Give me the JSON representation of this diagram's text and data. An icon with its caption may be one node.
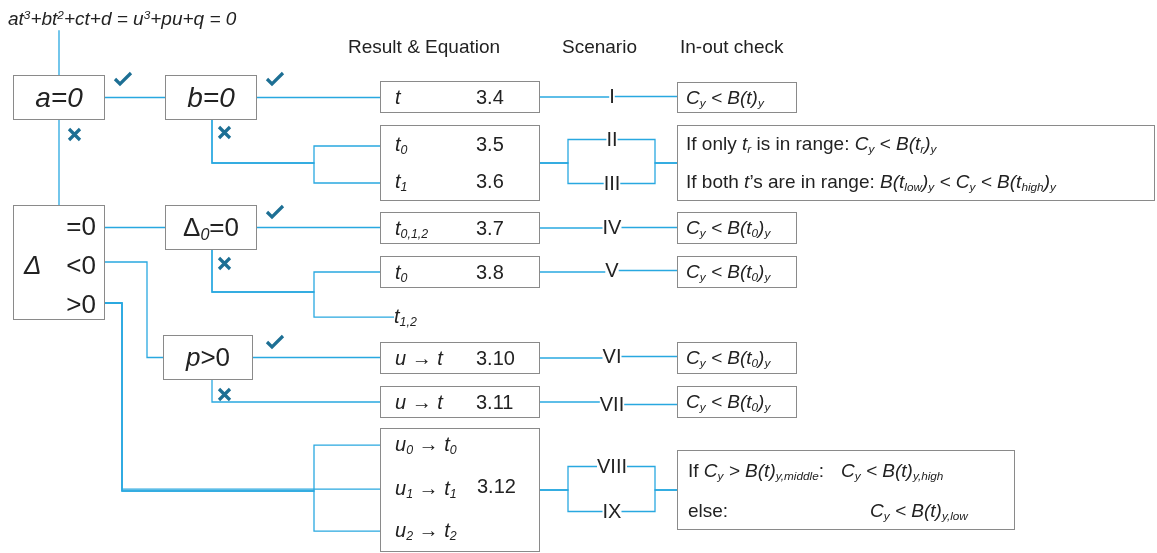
{
  "diagram": {
    "nodes": [
      {
        "text": [
          "at$^{3}$+bt$^{2}$+ct+d = u$^{3}$+pu+q = 0"
        ]
      },
      {
        "text": [
          "a=0"
        ]
      },
      {
        "text": [
          "b=0"
        ]
      },
      {
        "text": [
          "Δ",
          "=0",
          "<0",
          ">0"
        ]
      },
      {
        "text": [
          "Δ$_{0}$=0"
        ]
      },
      {
        "text": [
          "*p*>0"
        ]
      },
      {
        "text": [
          "t",
          "3.4"
        ]
      },
      {
        "text": [],
        "shape": "box"
      },
      {
        "text": [
          "t$_{0}$",
          "3.5"
        ],
        "in": 7
      },
      {
        "text": [
          "t$_{1}$",
          "3.6"
        ],
        "in": 7
      },
      {
        "text": [
          "t$_{0,1,2}$",
          "3.7"
        ]
      },
      {
        "text": [
          "t$_{0}$",
          "3.8"
        ]
      },
      {
        "text": [
          "t$_{1,2}$"
        ]
      },
      {
        "text": [
          "u → t",
          "3.10"
        ]
      },
      {
        "text": [
          "u → t",
          "3.11"
        ]
      },
      {
        "text": [
          "3.12"
        ]
      },
      {
        "text": [
          "u$_{0}$ → t$_{0}$"
        ],
        "in": 15
      },
      {
        "text": [
          "u$_{1}$ → t$_{1}$"
        ],
        "in": 15
      },
      {
        "text": [
          "u$_{2}$ → t$_{2}$"
        ],
        "in": 15
      },
      {
        "text": [
          "I"
        ]
      },
      {
        "text": [
          "II"
        ]
      },
      {
        "text": [
          "III"
        ]
      },
      {
        "text": [
          "IV"
        ]
      },
      {
        "text": [
          "V"
        ]
      },
      {
        "text": [
          "VI"
        ]
      },
      {
        "text": [
          "VII"
        ]
      },
      {
        "text": [
          "VIII"
        ]
      },
      {
        "text": [
          "IX"
        ]
      },
      {
        "text": [
          "C$_{y}$ < B(t)$_{y}$"
        ]
      },
      {
        "text": [
          "If only *t*$_{r}$ is in range: *C*$_{y}$ *< B(t*$_{r}$*)*$_{y}$",
          "If both *t*’s are in range: *B(t*$_{low}$*)*$_{y}$ *<* *C*$_{y}$ *< B(t*$_{high}$*)*$_{y}$"
        ]
      },
      {
        "text": [
          "C$_{y}$ < B(t$_{0}$)$_{y}$"
        ]
      },
      {
        "text": [
          "C$_{y}$ < B(t$_{0}$)$_{y}$"
        ]
      },
      {
        "text": [
          "C$_{y}$ < B(t$_{0}$)$_{y}$"
        ]
      },
      {
        "text": [
          "C$_{y}$ < B(t$_{0}$)$_{y}$"
        ]
      },
      {
        "text": [
          "If *C*$_{y}$ *> B(t)*$_{y,middle}$:",
          "C$_{y}$ < B(t)$_{y,high}$",
          "else:",
          "C$_{y}$ < B(t)$_{y,low}$"
        ]
      }
    ],
    "edges": [
      {
        "from": 0,
        "to": 1,
        "arrow": "none"
      },
      {
        "from": 1,
        "to": 2,
        "arrow": "none"
      },
      {
        "from": 1,
        "to": 3,
        "arrow": "none"
      },
      {
        "from": 2,
        "to": 6,
        "arrow": "none"
      },
      {
        "from": 2,
        "to": 8,
        "arrow": "none"
      },
      {
        "from": 2,
        "to": 9,
        "arrow": "none"
      },
      {
        "from": 3,
        "to": 4,
        "arrow": "none"
      },
      {
        "from": 3,
        "to": 5,
        "arrow": "none"
      },
      {
        "from": 3,
        "to": 16,
        "arrow": "none"
      },
      {
        "from": 3,
        "to": 17,
        "arrow": "none"
      },
      {
        "from": 3,
        "to": 18,
        "arrow": "none"
      },
      {
        "from": 4,
        "to": 10,
        "arrow": "none"
      },
      {
        "from": 4,
        "to": 11,
        "arrow": "none"
      },
      {
        "from": 4,
        "to": 12,
        "arrow": "none"
      },
      {
        "from": 5,
        "to": 13,
        "arrow": "none"
      },
      {
        "from": 5,
        "to": 14,
        "arrow": "none"
      },
      {
        "from": 6,
        "to": 19,
        "arrow": "none"
      },
      {
        "from": 19,
        "to": 28,
        "arrow": "none"
      },
      {
        "from": 7,
        "to": 20,
        "arrow": "none"
      },
      {
        "from": 7,
        "to": 21,
        "arrow": "none"
      },
      {
        "from": 20,
        "to": 29,
        "arrow": "none"
      },
      {
        "from": 21,
        "to": 29,
        "arrow": "none"
      },
      {
        "from": 10,
        "to": 22,
        "arrow": "none"
      },
      {
        "from": 22,
        "to": 30,
        "arrow": "none"
      },
      {
        "from": 11,
        "to": 23,
        "arrow": "none"
      },
      {
        "from": 23,
        "to": 31,
        "arrow": "none"
      },
      {
        "from": 13,
        "to": 24,
        "arrow": "none"
      },
      {
        "from": 24,
        "to": 32,
        "arrow": "none"
      },
      {
        "from": 14,
        "to": 25,
        "arrow": "none"
      },
      {
        "from": 25,
        "to": 33,
        "arrow": "none"
      },
      {
        "from": 15,
        "to": 26,
        "arrow": "none"
      },
      {
        "from": 15,
        "to": 27,
        "arrow": "none"
      },
      {
        "from": 26,
        "to": 34,
        "arrow": "none"
      },
      {
        "from": 27,
        "to": 34,
        "arrow": "none"
      }
    ],
    "labels": [
      "Result & Equation",
      "Scenario",
      "In-out check"
    ]
  }
}
